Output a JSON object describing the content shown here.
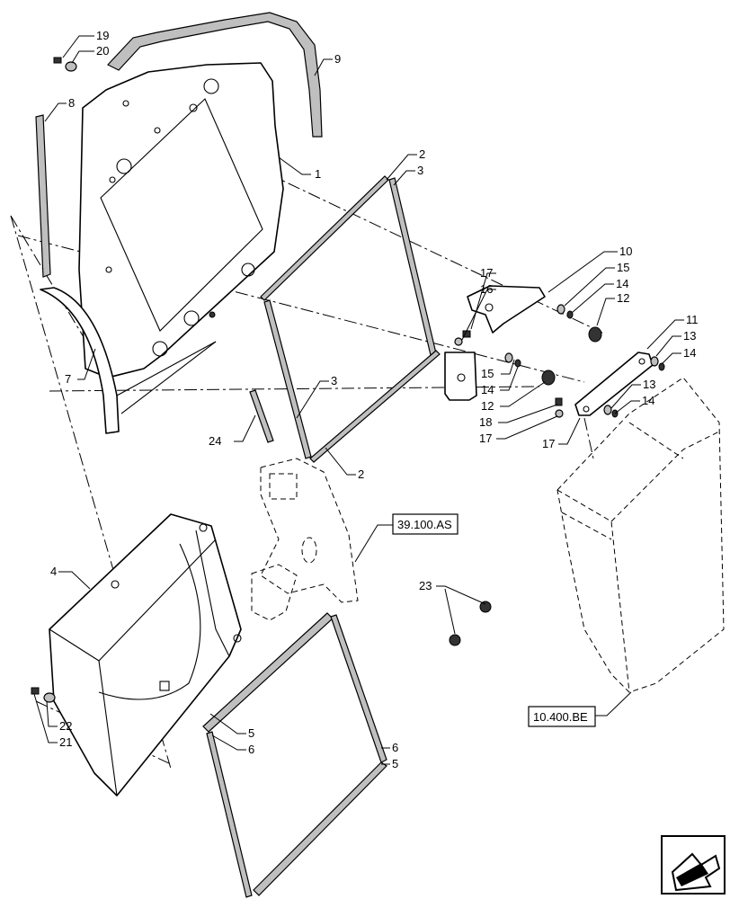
{
  "callouts": {
    "c1": "1",
    "c2a": "2",
    "c2b": "2",
    "c3a": "3",
    "c3b": "3",
    "c4": "4",
    "c5a": "5",
    "c5b": "5",
    "c6a": "6",
    "c6b": "6",
    "c7": "7",
    "c8": "8",
    "c9": "9",
    "c10": "10",
    "c11": "11",
    "c12a": "12",
    "c12b": "12",
    "c13a": "13",
    "c13b": "13",
    "c14a": "14",
    "c14b": "14",
    "c14c": "14",
    "c14d": "14",
    "c15a": "15",
    "c15b": "15",
    "c16": "16",
    "c17a": "17",
    "c17b": "17",
    "c17c": "17",
    "c18": "18",
    "c19": "19",
    "c20": "20",
    "c21": "21",
    "c22": "22",
    "c23": "23",
    "c24": "24"
  },
  "references": {
    "ref_condenser": "39.100.AS",
    "ref_radiator": "10.400.BE"
  },
  "nav_icon": "next-page-arrow-icon"
}
